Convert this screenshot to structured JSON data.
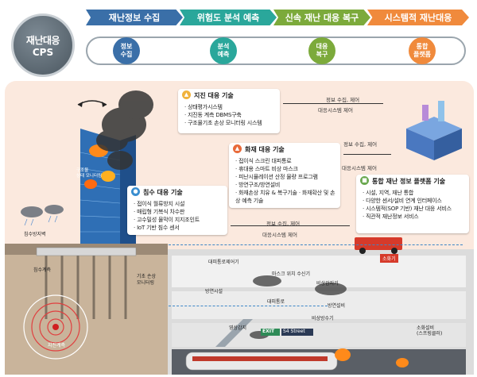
{
  "header": {
    "title_line1": "재난대응",
    "title_line2": "CPS",
    "phases": [
      {
        "label": "재난정보 수집",
        "color": "#3a6fa8"
      },
      {
        "label": "위험도 분석 예측",
        "color": "#2aa79b"
      },
      {
        "label": "신속 재난 대응 복구",
        "color": "#7caa3b"
      },
      {
        "label": "시스템적 재난대응",
        "color": "#f08a3c"
      }
    ],
    "steps": [
      {
        "label": "정보\n수집",
        "color": "#3a6fa8"
      },
      {
        "label": "분석\n예측",
        "color": "#2aa79b"
      },
      {
        "label": "대응\n복구",
        "color": "#7caa3b"
      },
      {
        "label": "통합\n플랫폼",
        "color": "#f08a3c"
      }
    ]
  },
  "boxes": {
    "earthquake": {
      "title": "지진 대응 기술",
      "color": "#f0b23c",
      "items": [
        "상태평가시스템",
        "지진동 계측 DBMS구축",
        "구조물기초 손상 모니터링 시스템"
      ]
    },
    "fire": {
      "title": "화재 대응 기술",
      "color": "#e86a3a",
      "items": [
        "접이식 스크린 대피통로",
        "휴대용 스마트 비상 마스크",
        "피난시뮬레이션 산정 물량 프로그램",
        "방연구조/방연설비",
        "화재손상 치유 & 복구기술 · 화재확산 및 손상 예측 기술"
      ]
    },
    "flood": {
      "title": "침수 대응 기술",
      "color": "#3a8ed0",
      "items": [
        "접이식 월류방지 시설",
        "매립형 기복식 차수판",
        "고수밀성 물막이 지지조인트",
        "IoT 기반 침수 센서"
      ]
    },
    "platform": {
      "title": "통합 재난 정보 플랫폼 기술",
      "color": "#6aa84f",
      "items": [
        "시설, 지역, 재난 통합",
        "다양한 센서/설비 연계 인터페이스",
        "시스템적(SOP 기반) 재난 대응 서비스",
        "직관적 재난정보 서비스"
      ]
    }
  },
  "flows": {
    "collect_control_1": "정보 수집, 제어",
    "response_system_1": "대응시스템 제어",
    "collect_control_2": "정보 수집, 제어",
    "response_system_2": "대응시스템 제어",
    "collect_control_3": "정보 수집, 제어",
    "response_system_3": "대응시스템 제어"
  },
  "scene_labels": {
    "tower_label": "구조물\n상태 모니터링",
    "flood_wall": "침수방지벽",
    "flood_gauge": "침수계측",
    "foundation": "기초 손상\n모니터링",
    "epicenter": "지진계측",
    "evac_passage": "대피통로제어기",
    "mask": "마스크 위치 수신기",
    "smoke_sensor": "비상감지기",
    "fire_sensor": "소화기",
    "smoke_vent": "방연시설",
    "route": "대피통로",
    "exhaust": "방연설비",
    "emergency": "비상방수기",
    "cctv": "영상감지",
    "sprinkler": "소화설비\n(스프링클러)",
    "exit": "EXIT",
    "street": "S4 Street"
  }
}
